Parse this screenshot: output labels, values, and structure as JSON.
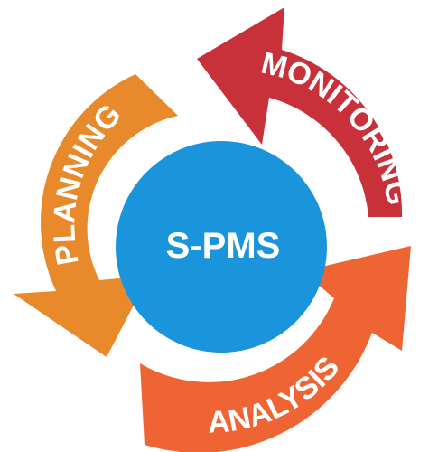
{
  "diagram": {
    "center_label": "S-PMS",
    "stages": [
      {
        "id": "planning",
        "label": "PLANNING",
        "color": "#E8892B"
      },
      {
        "id": "monitoring",
        "label": "MONITORING",
        "color": "#C8313A"
      },
      {
        "id": "analysis",
        "label": "ANALYSIS",
        "color": "#EE6433"
      }
    ],
    "center_color": "#1A94DB"
  }
}
